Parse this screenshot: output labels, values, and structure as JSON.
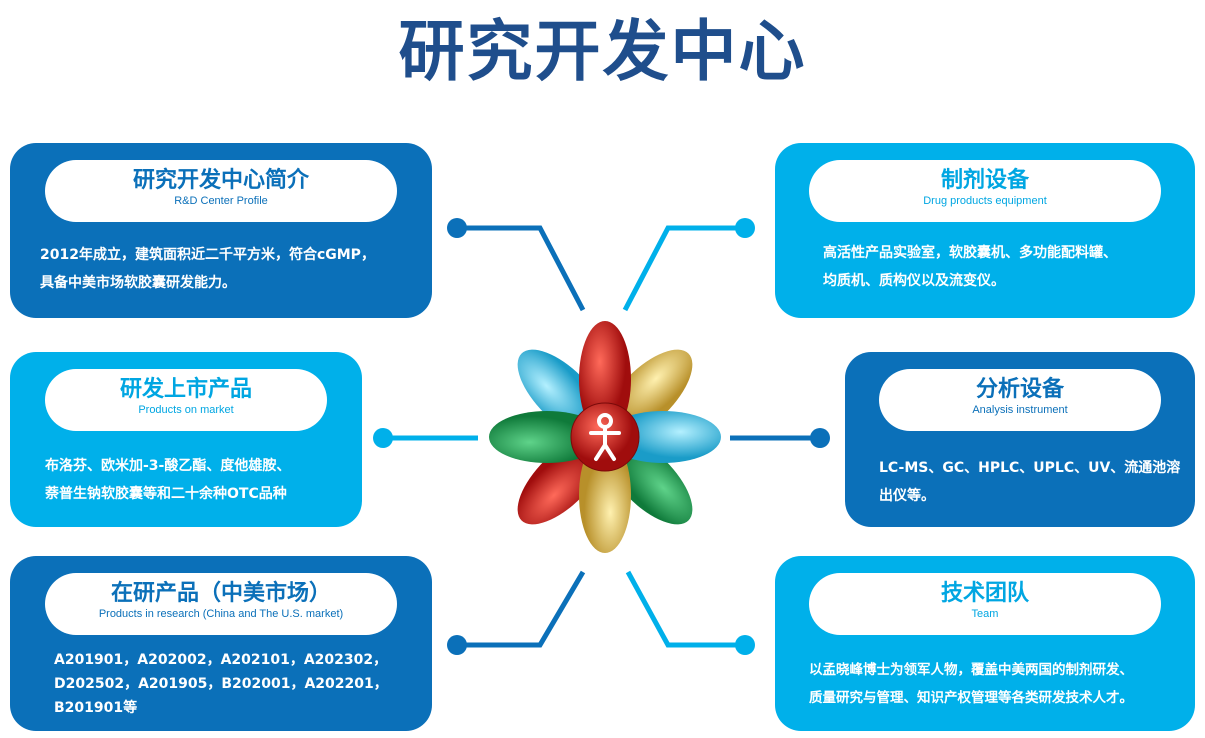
{
  "title": "研究开发中心",
  "colors": {
    "dark": "#0b70b9",
    "light": "#00b0ea",
    "title": "#1f4e8c"
  },
  "cards": [
    {
      "title": "研究开发中心简介",
      "subtitle": "R&D Center Profile",
      "lines": [
        "2012年成立，建筑面积近二千平方米，符合cGMP，",
        "具备中美市场软胶囊研发能力。"
      ]
    },
    {
      "title": "研发上市产品",
      "subtitle": "Products on market",
      "lines": [
        "布洛芬、欧米加-3-酸乙酯、度他雄胺、",
        "萘普生钠软胶囊等和二十余种OTC品种"
      ]
    },
    {
      "title": "在研产品（中美市场）",
      "subtitle": "Products in research (China and The U.S. market)",
      "lines": [
        "A201901，A202002，A202101，A202302，",
        "D202502，A201905，B202001，A202201，",
        "B201901等"
      ]
    },
    {
      "title": "制剂设备",
      "subtitle": "Drug products equipment",
      "lines": [
        "高活性产品实验室，软胶囊机、多功能配料罐、",
        "均质机、质构仪以及流变仪。"
      ]
    },
    {
      "title": "分析设备",
      "subtitle": "Analysis instrument",
      "lines": [
        "LC-MS、GC、HPLC、UPLC、UV、流通池溶",
        "出仪等。"
      ]
    },
    {
      "title": "技术团队",
      "subtitle": "Team",
      "lines": [
        "以孟晓峰博士为领军人物，覆盖中美两国的制剂研发、",
        "质量研究与管理、知识产权管理等各类研发技术人才。"
      ]
    }
  ]
}
